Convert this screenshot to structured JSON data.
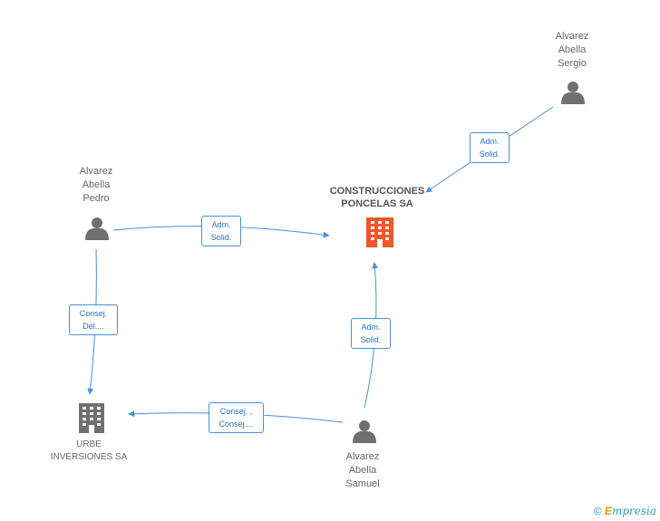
{
  "nodes": {
    "sergio": {
      "lines": [
        "Alvarez",
        "Abella",
        "Sergio"
      ],
      "type": "person"
    },
    "pedro": {
      "lines": [
        "Alvarez",
        "Abella",
        "Pedro"
      ],
      "type": "person"
    },
    "samuel": {
      "lines": [
        "Alvarez",
        "Abella",
        "Samuel"
      ],
      "type": "person"
    },
    "construcciones": {
      "lines": [
        "CONSTRUCCIONES",
        "PONCELAS SA"
      ],
      "type": "company"
    },
    "urbe": {
      "lines": [
        "URBE",
        "INVERSIONES SA"
      ],
      "type": "company"
    }
  },
  "edges": {
    "sergio_construcciones": {
      "lines": [
        "Adm.",
        "Solid."
      ]
    },
    "pedro_construcciones": {
      "lines": [
        "Adm.",
        "Solid."
      ]
    },
    "samuel_construcciones": {
      "lines": [
        "Adm.",
        "Solid."
      ]
    },
    "pedro_urbe": {
      "lines": [
        "Consej.",
        "Del...."
      ]
    },
    "samuel_urbe": {
      "lines": [
        "Consej. ,",
        "Consej...."
      ]
    }
  },
  "colors": {
    "edge": "#4a8fd8",
    "person": "#707070",
    "company_main": "#f0562a",
    "company": "#707070"
  },
  "watermark": {
    "symbol": "©",
    "brand_initial": "E",
    "brand_rest": "mpresia"
  }
}
